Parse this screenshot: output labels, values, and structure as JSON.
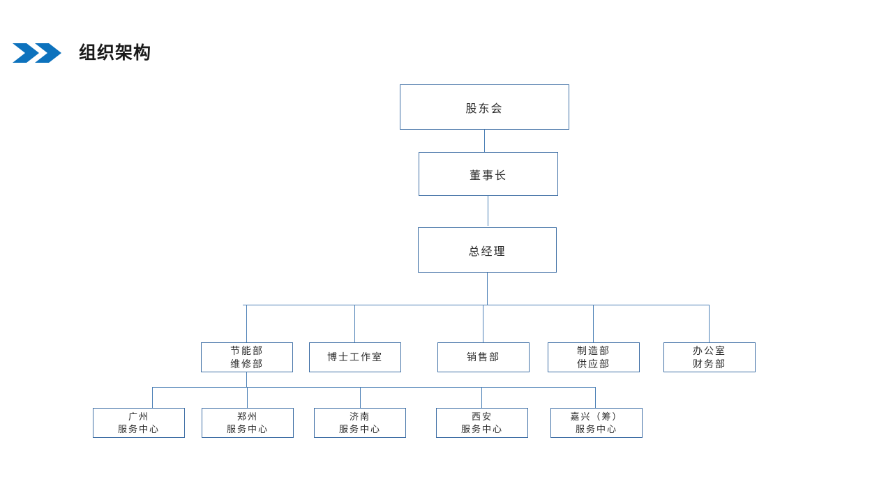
{
  "slide": {
    "title": "组织架构",
    "background_color": "#ffffff",
    "accent_color": "#0d72bd",
    "line_color": "#4a7fb5",
    "box_border_color": "#3f6fa5",
    "text_color": "#2b2b2b"
  },
  "header": {
    "title": "组织架构",
    "chevron_icon": "double-chevron-right-icon",
    "chevron_color": "#0d72bd"
  },
  "chart_data": {
    "type": "diagram",
    "title": "组织架构",
    "orientation": "top-down",
    "levels": [
      {
        "name": "level-1",
        "nodes": [
          {
            "id": "shareholders",
            "label": "股东会"
          }
        ]
      },
      {
        "name": "level-2",
        "nodes": [
          {
            "id": "chairman",
            "label": "董事长"
          }
        ]
      },
      {
        "name": "level-3",
        "nodes": [
          {
            "id": "general-manager",
            "label": "总经理"
          }
        ]
      },
      {
        "name": "departments",
        "nodes": [
          {
            "id": "dept-energy",
            "line1": "节能部",
            "line2": "维修部"
          },
          {
            "id": "dept-doctor-studio",
            "line1": "博士工作室",
            "line2": ""
          },
          {
            "id": "dept-sales",
            "line1": "销售部",
            "line2": ""
          },
          {
            "id": "dept-manufacturing",
            "line1": "制造部",
            "line2": "供应部"
          },
          {
            "id": "dept-office",
            "line1": "办公室",
            "line2": "财务部"
          }
        ]
      },
      {
        "name": "service-centers",
        "nodes": [
          {
            "id": "center-guangzhou",
            "line1": "广州",
            "line2": "服务中心"
          },
          {
            "id": "center-zhengzhou",
            "line1": "郑州",
            "line2": "服务中心"
          },
          {
            "id": "center-jinan",
            "line1": "济南",
            "line2": "服务中心"
          },
          {
            "id": "center-xian",
            "line1": "西安",
            "line2": "服务中心"
          },
          {
            "id": "center-jiaxing",
            "line1": "嘉兴（筹）",
            "line2": "服务中心"
          }
        ]
      }
    ],
    "edges": [
      {
        "from": "shareholders",
        "to": "chairman"
      },
      {
        "from": "chairman",
        "to": "general-manager"
      },
      {
        "from": "general-manager",
        "to": "dept-energy"
      },
      {
        "from": "general-manager",
        "to": "dept-doctor-studio"
      },
      {
        "from": "general-manager",
        "to": "dept-sales"
      },
      {
        "from": "general-manager",
        "to": "dept-manufacturing"
      },
      {
        "from": "general-manager",
        "to": "dept-office"
      },
      {
        "from": "dept-energy",
        "to": "center-guangzhou"
      },
      {
        "from": "dept-energy",
        "to": "center-zhengzhou"
      },
      {
        "from": "dept-energy",
        "to": "center-jinan"
      },
      {
        "from": "dept-energy",
        "to": "center-xian"
      },
      {
        "from": "dept-energy",
        "to": "center-jiaxing"
      }
    ]
  }
}
